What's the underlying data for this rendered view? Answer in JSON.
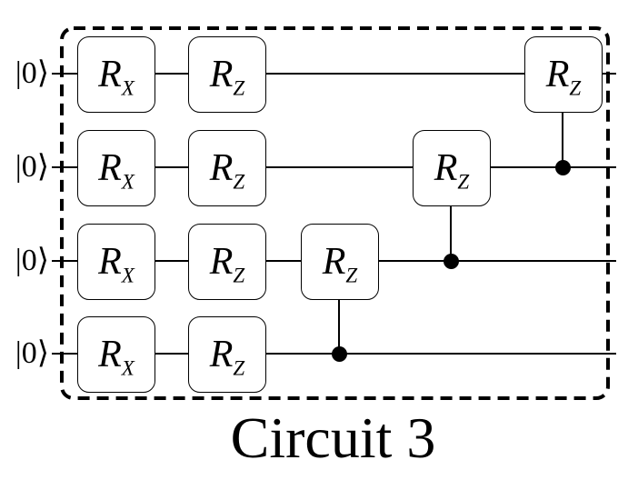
{
  "figure": {
    "caption": "Circuit 3",
    "colors": {
      "ink": "#000000",
      "background": "#ffffff"
    },
    "qubits": [
      {
        "label": "|0⟩"
      },
      {
        "label": "|0⟩"
      },
      {
        "label": "|0⟩"
      },
      {
        "label": "|0⟩"
      }
    ],
    "columns": 5,
    "gates": [
      {
        "qubit": 0,
        "column": 0,
        "name": "R",
        "sub": "X"
      },
      {
        "qubit": 0,
        "column": 1,
        "name": "R",
        "sub": "Z"
      },
      {
        "qubit": 0,
        "column": 4,
        "name": "R",
        "sub": "Z",
        "control_qubit": 1
      },
      {
        "qubit": 1,
        "column": 0,
        "name": "R",
        "sub": "X"
      },
      {
        "qubit": 1,
        "column": 1,
        "name": "R",
        "sub": "Z"
      },
      {
        "qubit": 1,
        "column": 3,
        "name": "R",
        "sub": "Z",
        "control_qubit": 2
      },
      {
        "qubit": 2,
        "column": 0,
        "name": "R",
        "sub": "X"
      },
      {
        "qubit": 2,
        "column": 1,
        "name": "R",
        "sub": "Z"
      },
      {
        "qubit": 2,
        "column": 2,
        "name": "R",
        "sub": "Z",
        "control_qubit": 3
      },
      {
        "qubit": 3,
        "column": 0,
        "name": "R",
        "sub": "X"
      },
      {
        "qubit": 3,
        "column": 1,
        "name": "R",
        "sub": "Z"
      }
    ]
  }
}
